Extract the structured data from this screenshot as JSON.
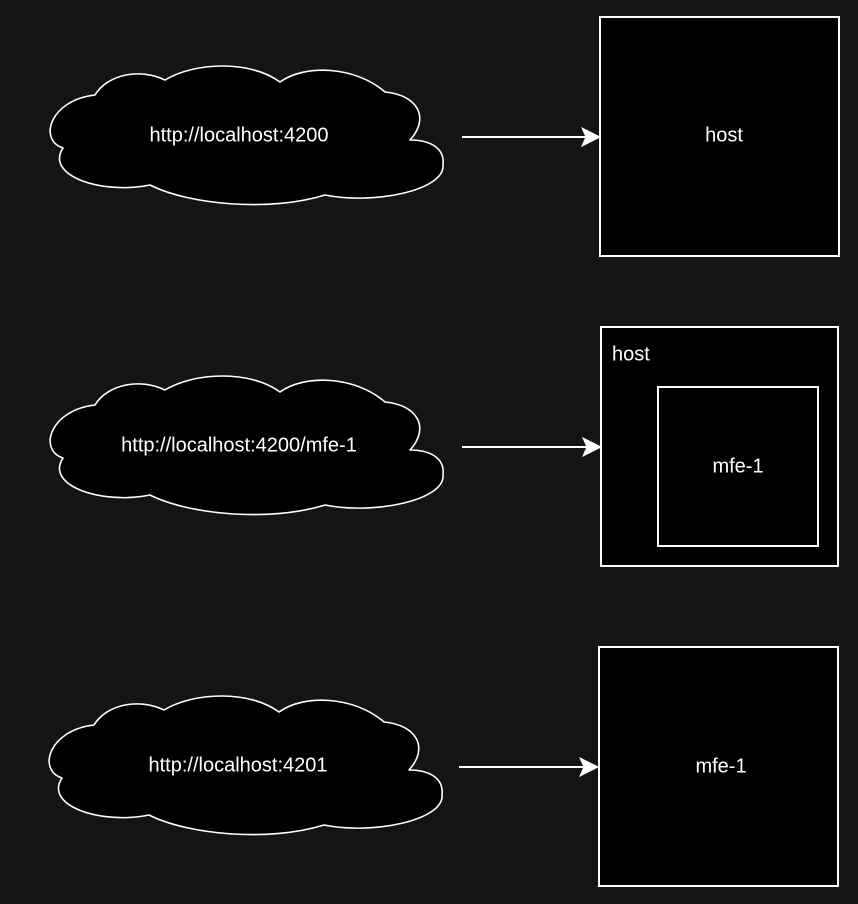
{
  "diagram": {
    "rows": [
      {
        "url": "http://localhost:4200",
        "app": {
          "label": "host",
          "nested": null
        }
      },
      {
        "url": "http://localhost:4200/mfe-1",
        "app": {
          "label": "host",
          "nested": {
            "label": "mfe-1"
          }
        }
      },
      {
        "url": "http://localhost:4201",
        "app": {
          "label": "mfe-1",
          "nested": null
        }
      }
    ]
  },
  "colors": {
    "background": "#141414",
    "node_fill": "#000000",
    "stroke": "#ffffff",
    "text": "#ffffff"
  }
}
